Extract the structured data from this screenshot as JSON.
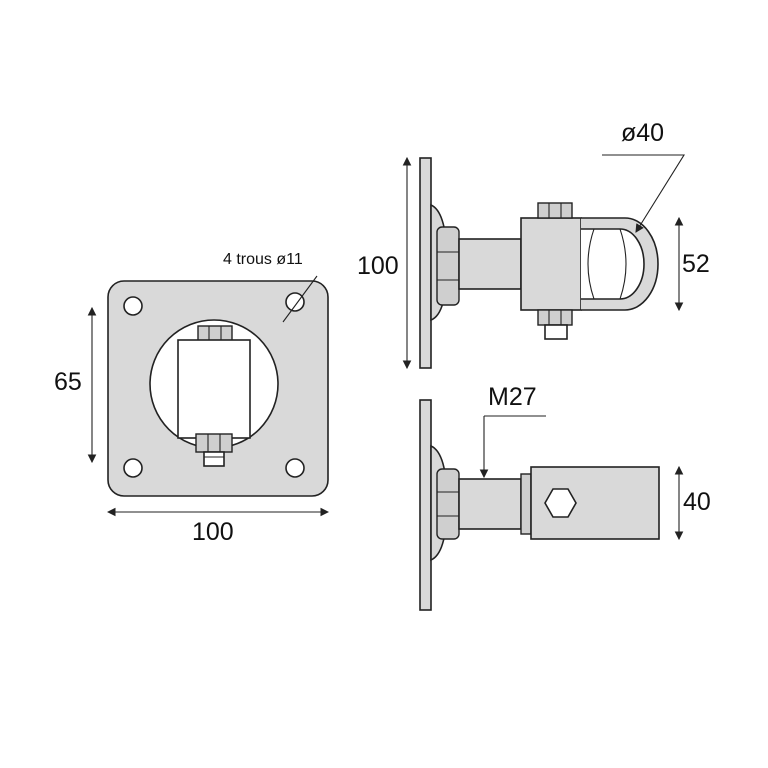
{
  "labels": {
    "front_width": "100",
    "front_hole_spacing": "65",
    "holes": "4 trous ø11",
    "side_plate_height": "100",
    "ring_diameter": "ø40",
    "ring_height": "52",
    "thread": "M27",
    "bar_height": "40"
  }
}
